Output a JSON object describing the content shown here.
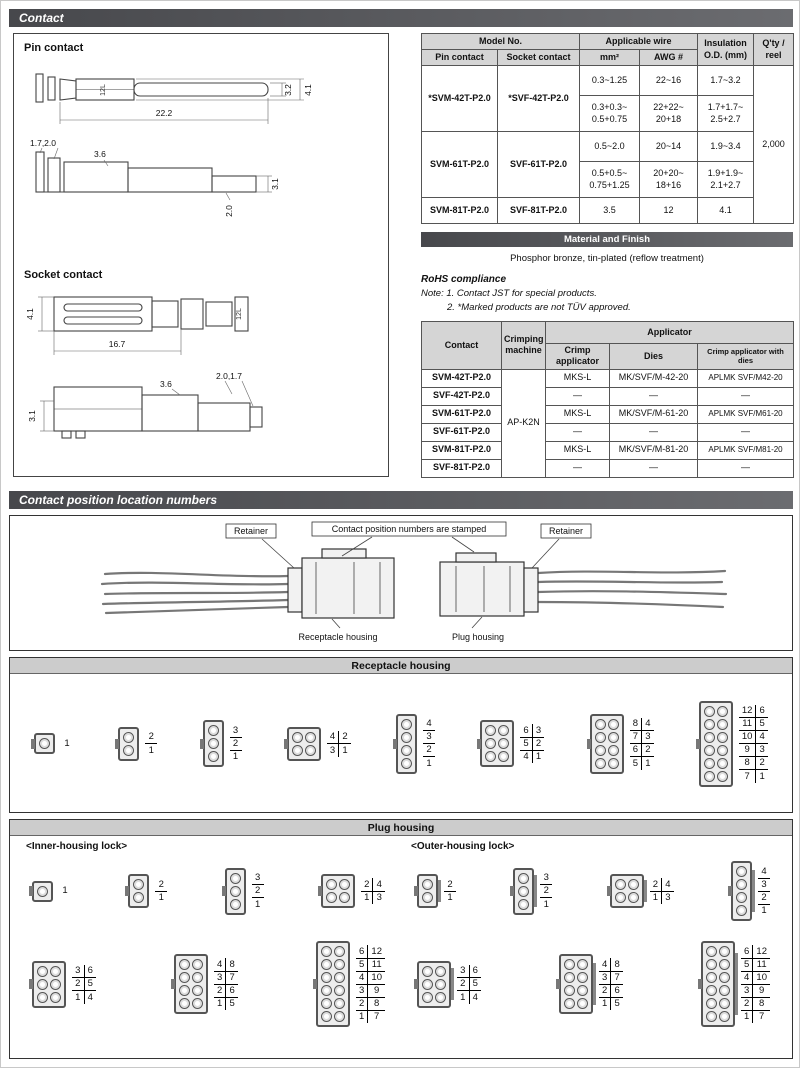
{
  "sections": {
    "contact_title": "Contact",
    "position_title": "Contact position location numbers"
  },
  "drawings": {
    "pin_label": "Pin contact",
    "socket_label": "Socket contact",
    "pin": {
      "stamp": "12L",
      "d_32": "3.2",
      "d_41": "4.1",
      "d_222": "22.2",
      "d_1720": "1.7,2.0",
      "d_36": "3.6",
      "d_31": "3.1",
      "d_20": "2.0"
    },
    "socket": {
      "stamp": "12L",
      "d_41": "4.1",
      "d_167": "16.7",
      "d_2017": "2.0,1.7",
      "d_36": "3.6",
      "d_31": "3.1"
    }
  },
  "wire_table": {
    "h_model": "Model No.",
    "h_pin": "Pin contact",
    "h_socket": "Socket contact",
    "h_wire": "Applicable wire",
    "h_mm2": "mm²",
    "h_awg": "AWG #",
    "h_ins": "Insulation\nO.D. (mm)",
    "h_qty": "Q'ty /\nreel",
    "qty": "2,000",
    "g1_pin": "*SVM-42T-P2.0",
    "g1_socket": "*SVF-42T-P2.0",
    "g1r1_mm2": "0.3~1.25",
    "g1r1_awg": "22~16",
    "g1r1_od": "1.7~3.2",
    "g1r2_mm2": "0.3+0.3~\n0.5+0.75",
    "g1r2_awg": "22+22~\n20+18",
    "g1r2_od": "1.7+1.7~\n2.5+2.7",
    "g2_pin": "SVM-61T-P2.0",
    "g2_socket": "SVF-61T-P2.0",
    "g2r1_mm2": "0.5~2.0",
    "g2r1_awg": "20~14",
    "g2r1_od": "1.9~3.4",
    "g2r2_mm2": "0.5+0.5~\n0.75+1.25",
    "g2r2_awg": "20+20~\n18+16",
    "g2r2_od": "1.9+1.9~\n2.1+2.7",
    "g3_pin": "SVM-81T-P2.0",
    "g3_socket": "SVF-81T-P2.0",
    "g3_mm2": "3.5",
    "g3_awg": "12",
    "g3_od": "4.1"
  },
  "material": {
    "header": "Material and Finish",
    "text": "Phosphor bronze, tin-plated (reflow treatment)"
  },
  "rohs": {
    "title": "RoHS compliance",
    "note1": "Note: 1. Contact JST for special products.",
    "note2": "2. *Marked products are not TÜV approved."
  },
  "applicator_table": {
    "h_contact": "Contact",
    "h_machine": "Crimping\nmachine",
    "h_applicator": "Applicator",
    "h_crimp": "Crimp applicator",
    "h_dies": "Dies",
    "h_cwd": "Crimp applicator with dies",
    "machine": "AP-K2N",
    "rows": [
      {
        "contact": "SVM-42T-P2.0",
        "crimp": "MKS-L",
        "dies": "MK/SVF/M-42-20",
        "cwd": "APLMK SVF/M42-20"
      },
      {
        "contact": "SVF-42T-P2.0",
        "crimp": "—",
        "dies": "—",
        "cwd": "—"
      },
      {
        "contact": "SVM-61T-P2.0",
        "crimp": "MKS-L",
        "dies": "MK/SVF/M-61-20",
        "cwd": "APLMK SVF/M61-20"
      },
      {
        "contact": "SVF-61T-P2.0",
        "crimp": "—",
        "dies": "—",
        "cwd": "—"
      },
      {
        "contact": "SVM-81T-P2.0",
        "crimp": "MKS-L",
        "dies": "MK/SVF/M-81-20",
        "cwd": "APLMK SVF/M81-20"
      },
      {
        "contact": "SVF-81T-P2.0",
        "crimp": "—",
        "dies": "—",
        "cwd": "—"
      }
    ]
  },
  "diagram": {
    "retainer_left": "Retainer",
    "stamped_note": "Contact position numbers are stamped",
    "retainer_right": "Retainer",
    "receptacle_label": "Receptacle housing",
    "plug_label": "Plug housing"
  },
  "receptacle": {
    "title": "Receptacle housing",
    "items": [
      {
        "rows": 1,
        "cols": 1,
        "nums": [
          [
            "1"
          ]
        ]
      },
      {
        "rows": 2,
        "cols": 1,
        "nums": [
          [
            "2"
          ],
          [
            "1"
          ]
        ]
      },
      {
        "rows": 3,
        "cols": 1,
        "nums": [
          [
            "3"
          ],
          [
            "2"
          ],
          [
            "1"
          ]
        ]
      },
      {
        "rows": 2,
        "cols": 2,
        "nums": [
          [
            "4",
            "2"
          ],
          [
            "3",
            "1"
          ]
        ]
      },
      {
        "rows": 4,
        "cols": 1,
        "nums": [
          [
            "4"
          ],
          [
            "3"
          ],
          [
            "2"
          ],
          [
            "1"
          ]
        ]
      },
      {
        "rows": 3,
        "cols": 2,
        "nums": [
          [
            "6",
            "3"
          ],
          [
            "5",
            "2"
          ],
          [
            "4",
            "1"
          ]
        ]
      },
      {
        "rows": 4,
        "cols": 2,
        "nums": [
          [
            "8",
            "4"
          ],
          [
            "7",
            "3"
          ],
          [
            "6",
            "2"
          ],
          [
            "5",
            "1"
          ]
        ]
      },
      {
        "rows": 6,
        "cols": 2,
        "nums": [
          [
            "12",
            "6"
          ],
          [
            "11",
            "5"
          ],
          [
            "10",
            "4"
          ],
          [
            "9",
            "3"
          ],
          [
            "8",
            "2"
          ],
          [
            "7",
            "1"
          ]
        ]
      }
    ]
  },
  "plug": {
    "title": "Plug housing",
    "inner_label": "<Inner-housing lock>",
    "outer_label": "<Outer-housing lock>",
    "inner_row1": [
      {
        "rows": 1,
        "cols": 1,
        "nums": [
          [
            "1"
          ]
        ]
      },
      {
        "rows": 2,
        "cols": 1,
        "nums": [
          [
            "2"
          ],
          [
            "1"
          ]
        ]
      },
      {
        "rows": 3,
        "cols": 1,
        "nums": [
          [
            "3"
          ],
          [
            "2"
          ],
          [
            "1"
          ]
        ]
      },
      {
        "rows": 2,
        "cols": 2,
        "nums": [
          [
            "2",
            "4"
          ],
          [
            "1",
            "3"
          ]
        ]
      }
    ],
    "inner_row2": [
      {
        "rows": 3,
        "cols": 2,
        "nums": [
          [
            "3",
            "6"
          ],
          [
            "2",
            "5"
          ],
          [
            "1",
            "4"
          ]
        ]
      },
      {
        "rows": 4,
        "cols": 2,
        "nums": [
          [
            "4",
            "8"
          ],
          [
            "3",
            "7"
          ],
          [
            "2",
            "6"
          ],
          [
            "1",
            "5"
          ]
        ]
      },
      {
        "rows": 6,
        "cols": 2,
        "nums": [
          [
            "6",
            "12"
          ],
          [
            "5",
            "11"
          ],
          [
            "4",
            "10"
          ],
          [
            "3",
            "9"
          ],
          [
            "2",
            "8"
          ],
          [
            "1",
            "7"
          ]
        ]
      }
    ],
    "outer_row1": [
      {
        "rows": 2,
        "cols": 1,
        "nums": [
          [
            "2"
          ],
          [
            "1"
          ]
        ]
      },
      {
        "rows": 3,
        "cols": 1,
        "nums": [
          [
            "3"
          ],
          [
            "2"
          ],
          [
            "1"
          ]
        ]
      },
      {
        "rows": 2,
        "cols": 2,
        "nums": [
          [
            "2",
            "4"
          ],
          [
            "1",
            "3"
          ]
        ]
      },
      {
        "rows": 4,
        "cols": 1,
        "nums": [
          [
            "4"
          ],
          [
            "3"
          ],
          [
            "2"
          ],
          [
            "1"
          ]
        ]
      }
    ],
    "outer_row2": [
      {
        "rows": 3,
        "cols": 2,
        "nums": [
          [
            "3",
            "6"
          ],
          [
            "2",
            "5"
          ],
          [
            "1",
            "4"
          ]
        ]
      },
      {
        "rows": 4,
        "cols": 2,
        "nums": [
          [
            "4",
            "8"
          ],
          [
            "3",
            "7"
          ],
          [
            "2",
            "6"
          ],
          [
            "1",
            "5"
          ]
        ]
      },
      {
        "rows": 6,
        "cols": 2,
        "nums": [
          [
            "6",
            "12"
          ],
          [
            "5",
            "11"
          ],
          [
            "4",
            "10"
          ],
          [
            "3",
            "9"
          ],
          [
            "2",
            "8"
          ],
          [
            "1",
            "7"
          ]
        ]
      }
    ]
  }
}
